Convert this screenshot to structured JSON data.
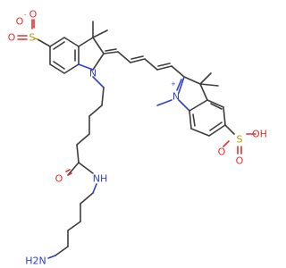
{
  "structure": {
    "atom_labels": {
      "s_top": "S",
      "o_top_up": "O",
      "o_top_left": "O",
      "o_top_minus": "O",
      "minus_sign": "-",
      "n_left": "N",
      "n_right": "N",
      "plus_sign": "+",
      "s_right": "S",
      "o_right_a": "O",
      "o_right_b": "O",
      "oh_right": "OH",
      "o_amide": "O",
      "nh_amide": "NH",
      "h2n_terminal": "H2N"
    },
    "colors": {
      "bond": "#3d3d3d",
      "oxygen": "#e03030",
      "nitrogen": "#2f3fd0",
      "sulfur": "#b89400"
    }
  }
}
